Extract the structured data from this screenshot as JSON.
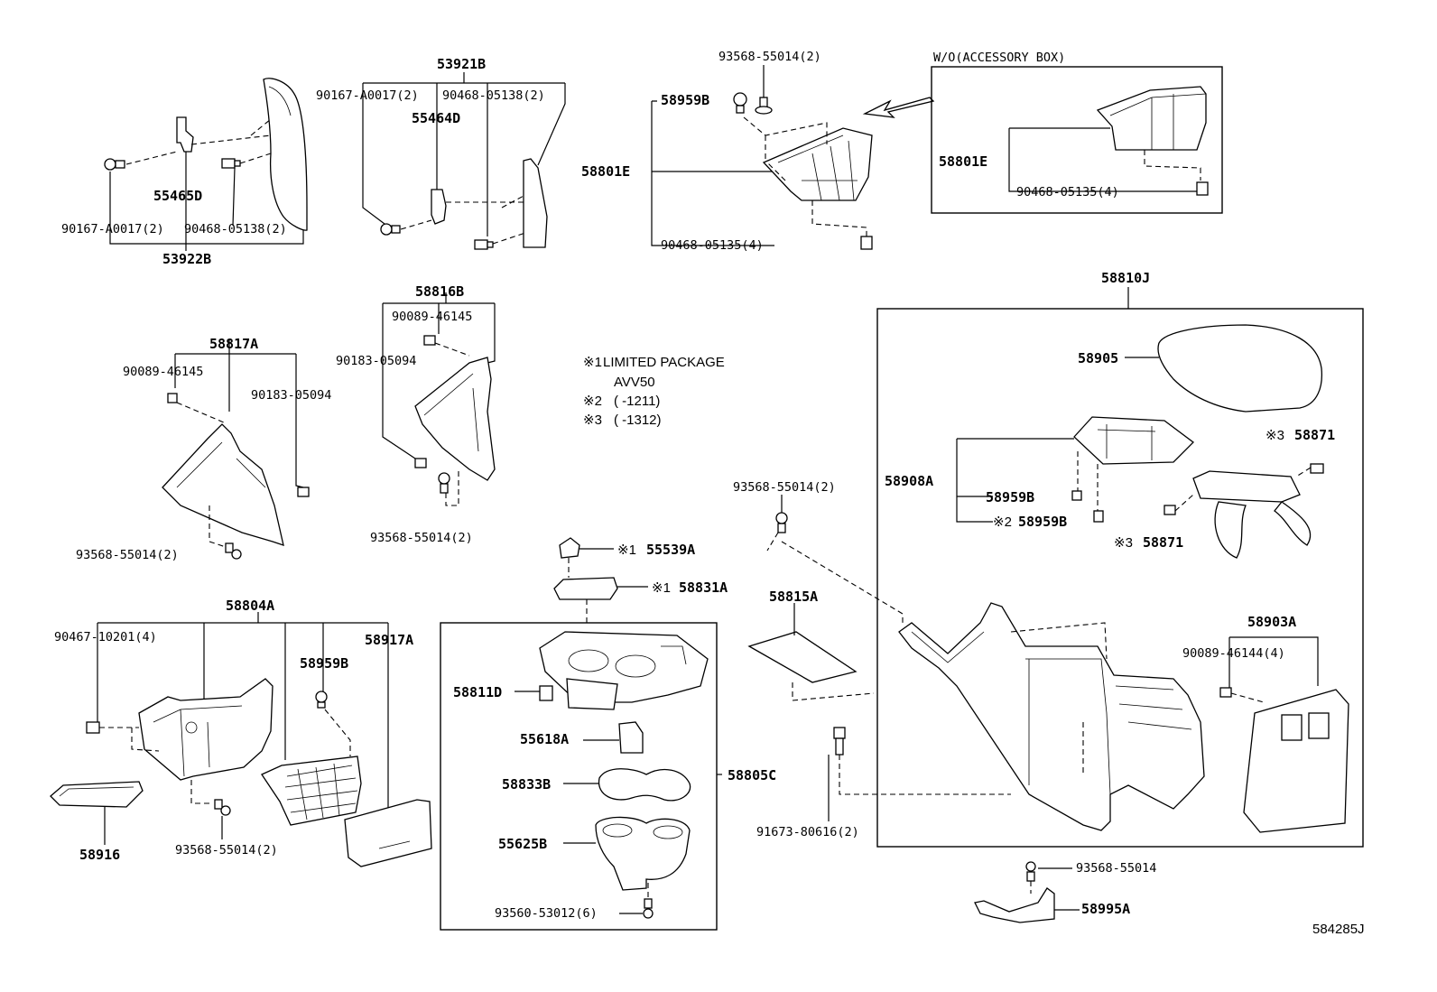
{
  "title_group": "W/O(ACCESSORY BOX)",
  "figure_id": "584285J",
  "notes": {
    "n1_mark": "※1",
    "n1_text": "LIMITED PACKAGE",
    "n1_sub": "AVV50",
    "n2_mark": "※2",
    "n2_text": "(      -1211)",
    "n3_mark": "※3",
    "n3_text": "(      -1312)"
  },
  "labels": {
    "p53921B": "53921B",
    "p90167_a_top": "90167-A0017(2)",
    "p90468_05138_top": "90468-05138(2)",
    "p55464D": "55464D",
    "p55465D": "55465D",
    "p90167_a_bot": "90167-A0017(2)",
    "p90468_05138_bot": "90468-05138(2)",
    "p53922B": "53922B",
    "p93568_top": "93568-55014(2)",
    "p58959B_top": "58959B",
    "p58801E": "58801E",
    "p90468_05135": "90468-05135(4)",
    "p58801E_box": "58801E",
    "p90468_05135_box": "90468-05135(4)",
    "p58816B": "58816B",
    "p90089_46145_b": "90089-46145",
    "p90183_05094_b": "90183-05094",
    "p93568_mid": "93568-55014(2)",
    "p58817A": "58817A",
    "p90089_46145_a": "90089-46145",
    "p90183_05094_a": "90183-05094",
    "p93568_left": "93568-55014(2)",
    "p58810J": "58810J",
    "p58905": "58905",
    "p58908A": "58908A",
    "p58959B_r1": "58959B",
    "p58959B_r2": "58959B",
    "mark2": "※2",
    "p58871_a": "58871",
    "p58871_b": "58871",
    "mark3a": "※3",
    "mark3b": "※3",
    "p93568_right": "93568-55014(2)",
    "p55539A": "55539A",
    "mark1a": "※1",
    "p58831A": "58831A",
    "mark1b": "※1",
    "p58815A": "58815A",
    "p58804A": "58804A",
    "p90467": "90467-10201(4)",
    "p58959B_low": "58959B",
    "p58917A": "58917A",
    "p58916": "58916",
    "p93568_low": "93568-55014(2)",
    "p58811D": "58811D",
    "p55618A": "55618A",
    "p58833B": "58833B",
    "p55625B": "55625B",
    "p93560": "93560-53012(6)",
    "p58805C": "58805C",
    "p91673": "91673-80616(2)",
    "p58903A": "58903A",
    "p90089_46144": "90089-46144(4)",
    "p93568_single": "93568-55014",
    "p58995A": "58995A"
  }
}
